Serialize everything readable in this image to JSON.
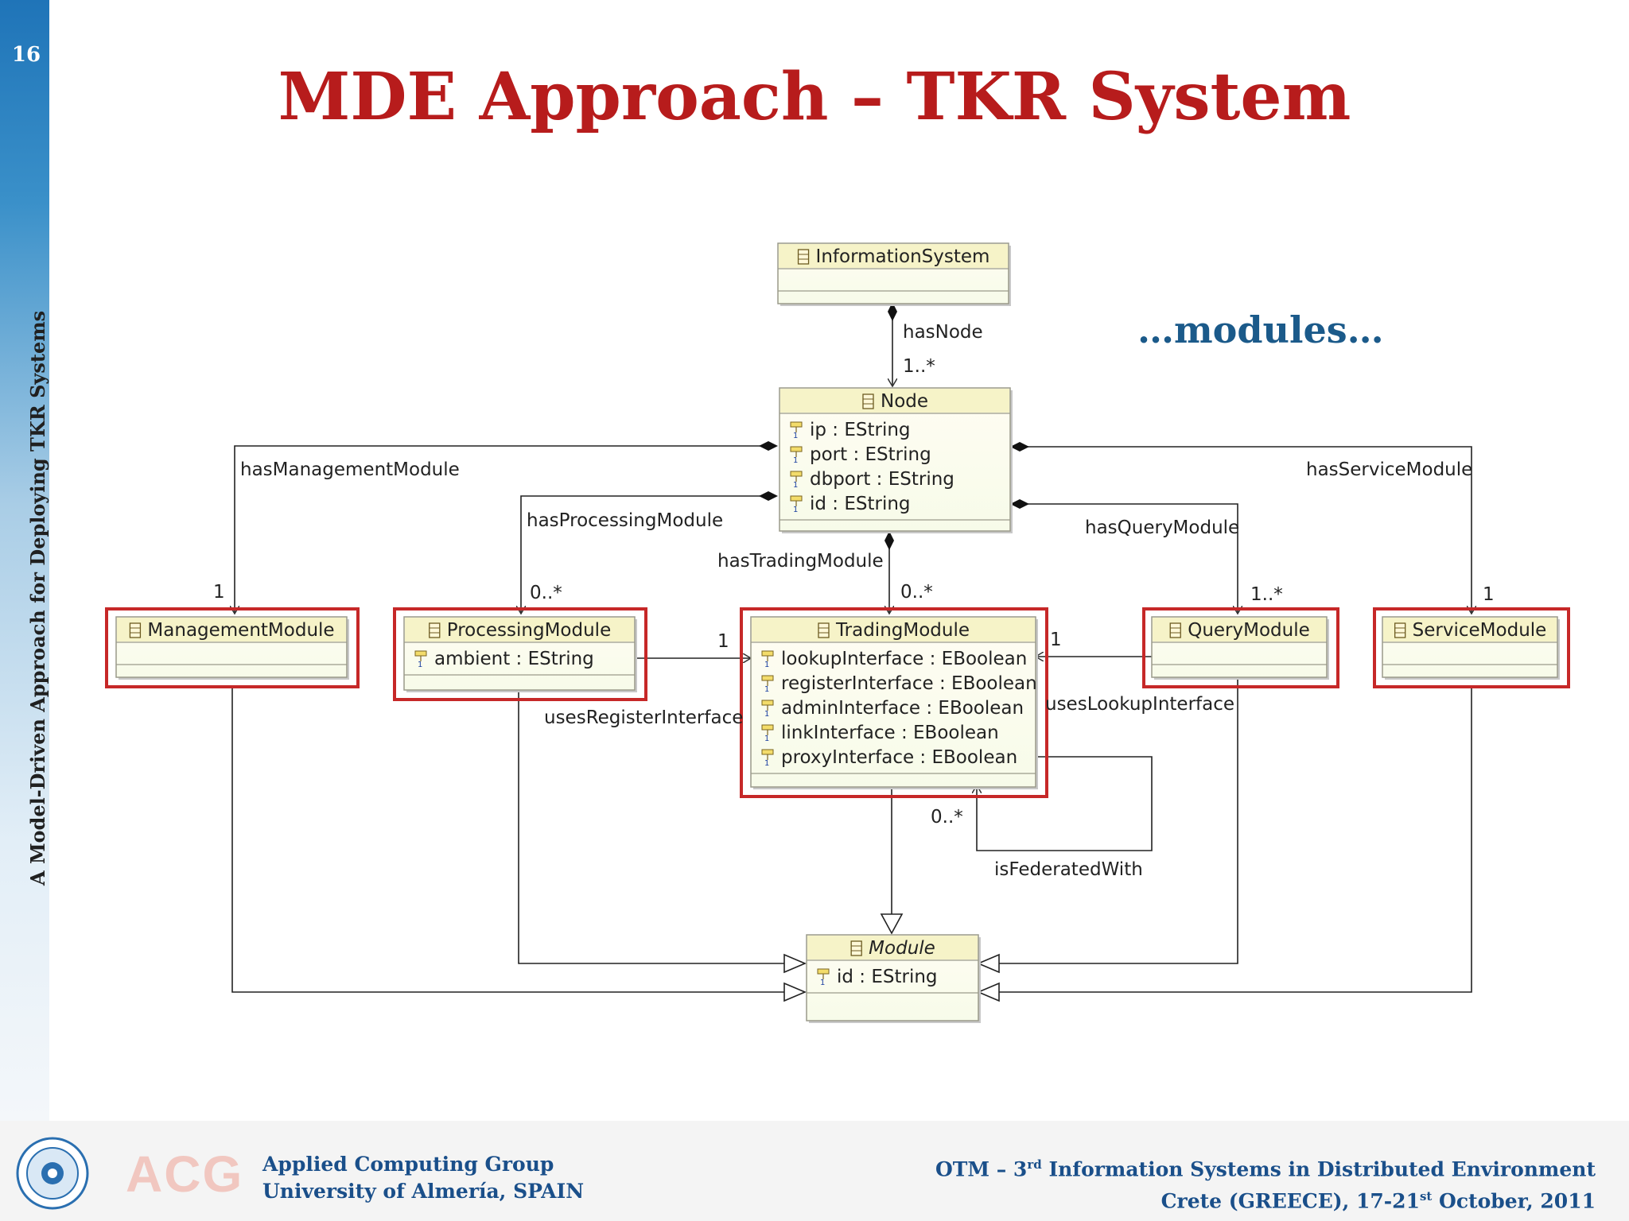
{
  "slide": {
    "number": "16",
    "title": "MDE Approach – TKR System",
    "side_title": "A Model-Driven Approach for Deploying TKR Systems",
    "note": "…modules…"
  },
  "footer": {
    "logo_text": "ACG",
    "org_line1": "Applied Computing Group",
    "org_line2": "University of Almería, SPAIN",
    "event_prefix": "OTM – 3",
    "event_sup": "rd",
    "event_suffix": " Information Systems in Distributed Environment",
    "place_prefix": "Crete (GREECE), 17-21",
    "place_sup": "st",
    "place_suffix": " October, 2011"
  },
  "diagram": {
    "classes": {
      "information_system": {
        "name": "InformationSystem",
        "attrs": []
      },
      "node": {
        "name": "Node",
        "attrs": [
          "ip : EString",
          "port : EString",
          "dbport : EString",
          "id : EString"
        ]
      },
      "management_module": {
        "name": "ManagementModule",
        "attrs": []
      },
      "processing_module": {
        "name": "ProcessingModule",
        "attrs": [
          "ambient : EString"
        ]
      },
      "trading_module": {
        "name": "TradingModule",
        "attrs": [
          "lookupInterface : EBoolean",
          "registerInterface : EBoolean",
          "adminInterface : EBoolean",
          "linkInterface : EBoolean",
          "proxyInterface : EBoolean"
        ]
      },
      "query_module": {
        "name": "QueryModule",
        "attrs": []
      },
      "service_module": {
        "name": "ServiceModule",
        "attrs": []
      },
      "module": {
        "name": "Module",
        "attrs": [
          "id : EString"
        ]
      }
    },
    "labels": {
      "has_node": "hasNode",
      "has_node_mult": "1..*",
      "has_management": "hasManagementModule",
      "has_management_mult": "1",
      "has_processing": "hasProcessingModule",
      "has_processing_mult": "0..*",
      "has_trading": "hasTradingModule",
      "has_trading_mult": "0..*",
      "has_query": "hasQueryModule",
      "has_query_mult": "1..*",
      "has_service": "hasServiceModule",
      "has_service_mult": "1",
      "uses_register": "usesRegisterInterface",
      "uses_register_mult": "1",
      "uses_lookup": "usesLookupInterface",
      "uses_lookup_mult": "1",
      "federated": "isFederatedWith",
      "federated_mult": "0..*"
    },
    "highlighted": [
      "ManagementModule",
      "ProcessingModule",
      "TradingModule",
      "QueryModule",
      "ServiceModule"
    ],
    "highlight_color": "#c62828",
    "class_header_color": "#f6f3c8"
  }
}
